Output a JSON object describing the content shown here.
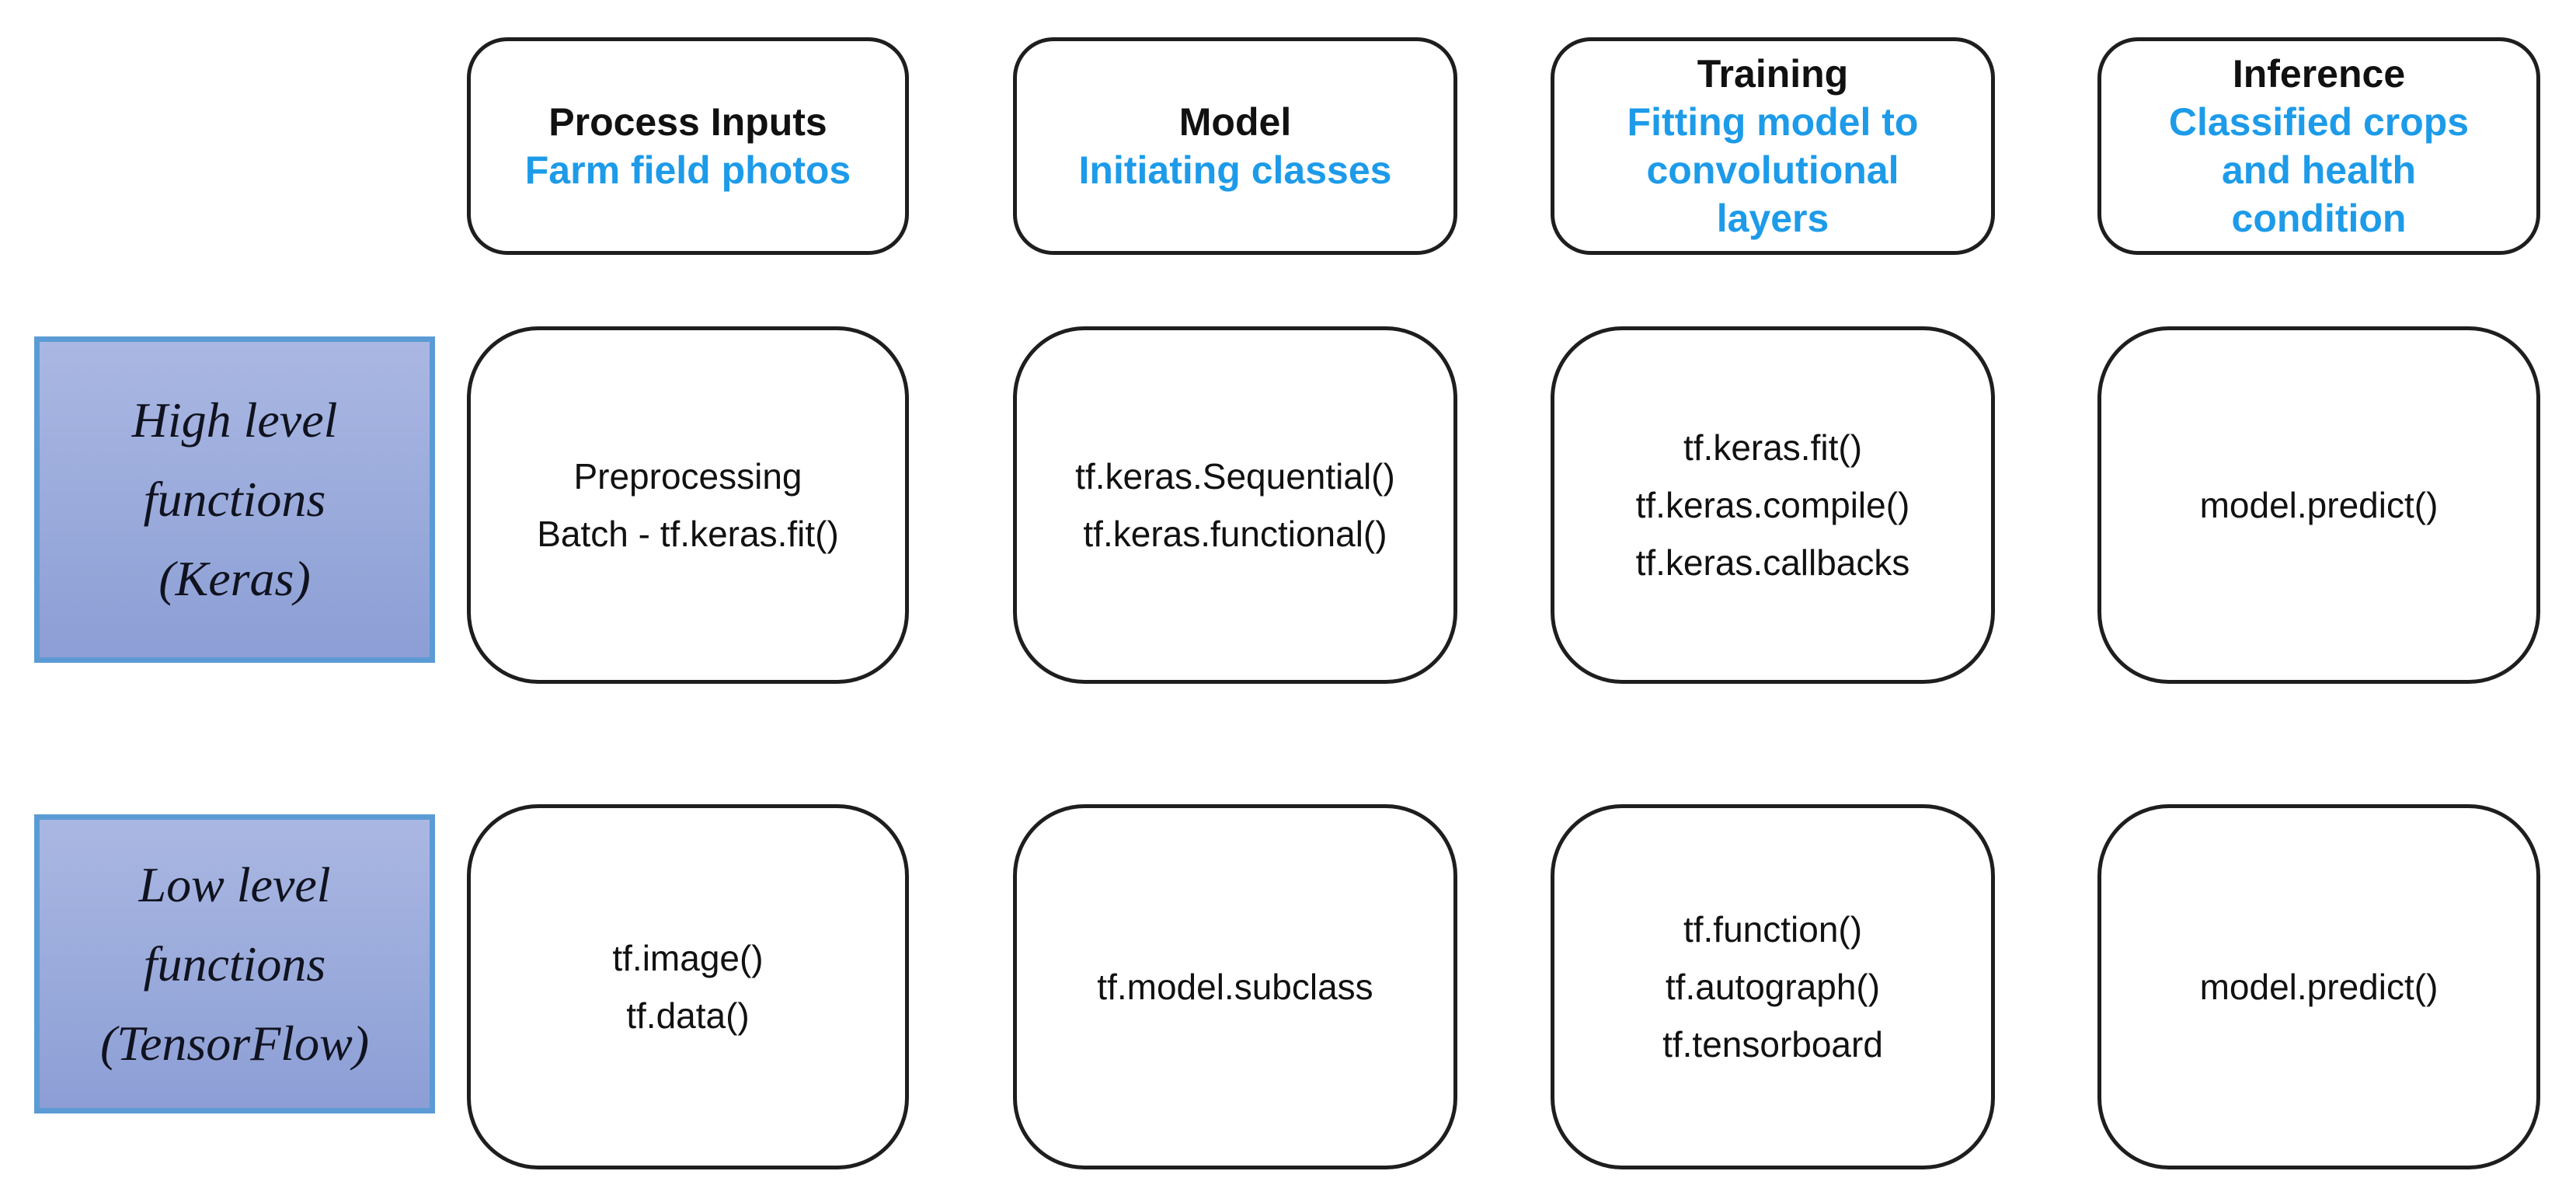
{
  "colors": {
    "accent_text_blue": "#1D9BE9",
    "label_fill_top": "#AAB7E2",
    "label_fill_bottom": "#8C9ED5",
    "label_border_blue": "#5B9BD5",
    "box_border_dark": "#1E1E1E"
  },
  "columns": [
    {
      "title": "Process Inputs",
      "subtitle": "Farm field photos",
      "subtitle_lines": [
        "Farm field photos"
      ]
    },
    {
      "title": "Model",
      "subtitle": "Initiating classes",
      "subtitle_lines": [
        "Initiating classes"
      ]
    },
    {
      "title": "Training",
      "subtitle": "Fitting model to convolutional layers",
      "subtitle_lines": [
        "Fitting model to",
        "convolutional",
        "layers"
      ]
    },
    {
      "title": "Inference",
      "subtitle": "Classified crops and health condition",
      "subtitle_lines": [
        "Classified crops",
        "and health",
        "condition"
      ]
    }
  ],
  "rows": [
    {
      "label": "High level functions (Keras)",
      "label_lines": [
        "High level",
        "functions",
        "(Keras)"
      ],
      "cells": [
        [
          "Preprocessing",
          "Batch - tf.keras.fit()"
        ],
        [
          "tf.keras.Sequential()",
          "tf.keras.functional()"
        ],
        [
          "tf.keras.fit()",
          "tf.keras.compile()",
          "tf.keras.callbacks"
        ],
        [
          "model.predict()"
        ]
      ]
    },
    {
      "label": "Low level functions (TensorFlow)",
      "label_lines": [
        "Low level",
        "functions",
        "(TensorFlow)"
      ],
      "cells": [
        [
          "tf.image()",
          "tf.data()"
        ],
        [
          "tf.model.subclass"
        ],
        [
          "tf.function()",
          "tf.autograph()",
          "tf.tensorboard"
        ],
        [
          "model.predict()"
        ]
      ]
    }
  ]
}
